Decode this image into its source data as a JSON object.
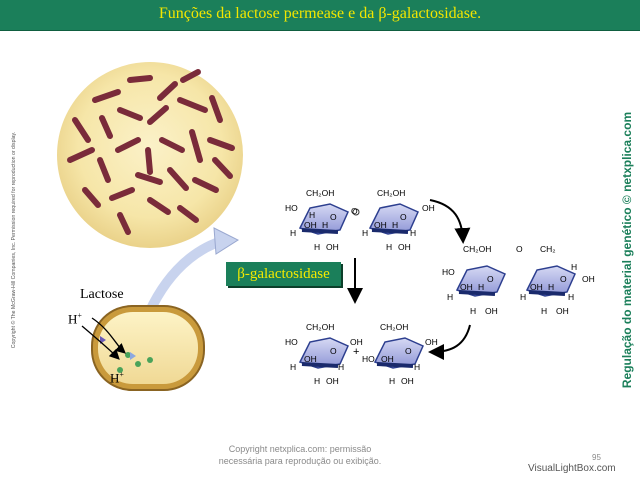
{
  "slide": {
    "title": "Funções da lactose permease e da β-galactosidase.",
    "left_credit": "Copyright © The McGraw-Hill Companies, Inc. Permission required for reproduction or display.",
    "right_credit": "Regulação do material genético © netxplica.com",
    "footer_line1": "Copyright netxplica.com: permissão",
    "footer_line2": "necessária para reprodução ou exibição.",
    "page_number": "95",
    "watermark": "VisualLightBox.com"
  },
  "figure": {
    "lactose_label": "Lactose",
    "h_plus_outside": "H",
    "h_plus_inside": "H",
    "charge": "+",
    "enzyme_label": "β-galactosidase",
    "plus_sign": "+",
    "ring_H": "H",
    "ring_OH": "OH",
    "ring_HO": "HO",
    "ring_O": "O",
    "ring_CH2OH": "CH₂OH",
    "ring_CH2": "CH₂",
    "ring_linkO": "O"
  },
  "colors": {
    "title_bg": "#1b7f5a",
    "title_text": "#f2e600",
    "ring_fill": "#a9aee0",
    "ring_edge": "#2d3f8f",
    "bacteria": "#7a2b3a",
    "petri": "#f6e6a8"
  }
}
